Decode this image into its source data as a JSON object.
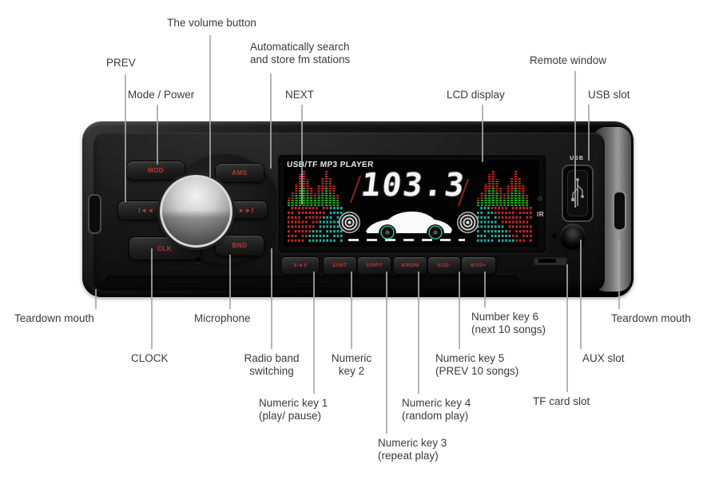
{
  "colors": {
    "background": "#ffffff",
    "label_text": "#3a3a3a",
    "leader_line": "#a5a5a5",
    "chassis_black": "#0a0a0a",
    "button_text_red": "#c63434",
    "lcd_green": "#17c017",
    "lcd_red": "#c62828",
    "lcd_teal": "#20b0a0",
    "lcd_digits_white": "#f4f4f4",
    "knob_chrome": "#cfcfcf"
  },
  "callouts": {
    "volume": "The volume button",
    "prev": "PREV",
    "mode_power": "Mode / Power",
    "auto_search": "Automatically search\nand store fm stations",
    "next": "NEXT",
    "lcd": "LCD display",
    "remote_window": "Remote window",
    "usb_slot": "USB slot",
    "teardown_left": "Teardown mouth",
    "clock": "CLOCK",
    "microphone": "Microphone",
    "radio_band": "Radio band\nswitching",
    "numeric_key_1": "Numeric key 1\n(play/ pause)",
    "numeric_key_2": "Numeric\nkey 2",
    "numeric_key_3": "Numeric key 3\n(repeat play)",
    "numeric_key_4": "Numeric key 4\n(random play)",
    "numeric_key_5": "Numeric key 5\n(PREV 10 songs)",
    "number_key_6": "Number key 6\n(next 10 songs)",
    "tf_card_slot": "TF card slot",
    "aux_slot": "AUX slot",
    "teardown_right": "Teardown mouth"
  },
  "device": {
    "lcd": {
      "title": "USB/TF MP3 PLAYER",
      "frequency": "103.3"
    },
    "buttons": {
      "mode": "MOD",
      "prev": "I◄◄",
      "ams": "AMS",
      "next": "►►I",
      "clock": "CLK",
      "band": "BND"
    },
    "numeric_keys": [
      "1/►‖",
      "2/INT",
      "3/RPT",
      "4/RDM",
      "5/10-",
      "6/10+"
    ],
    "usb_port_label": "USB",
    "ir_label": "IR",
    "sun_glyph": "☼"
  }
}
